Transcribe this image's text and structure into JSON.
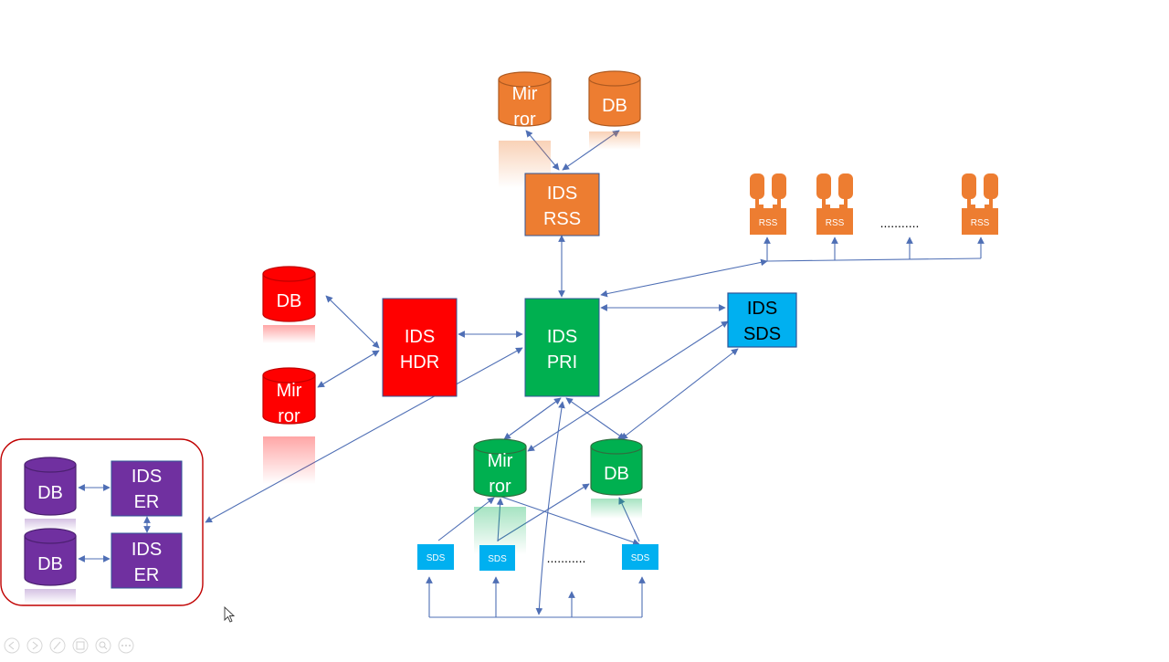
{
  "colors": {
    "orange": "#ed7d31",
    "orange_stroke": "#ae5a21",
    "red": "#ff0000",
    "red_stroke": "#c00000",
    "green": "#00b050",
    "green_stroke": "#2f6f3f",
    "blue": "#00b0f0",
    "blue_stroke": "#2f5597",
    "purple": "#7030a0",
    "purple_stroke": "#4b2070",
    "connector": "#4f6fb5",
    "group_border": "#c00000"
  },
  "nodes": {
    "rss_mirror": {
      "line1": "Mir",
      "line2": "ror"
    },
    "rss_db": {
      "label": "DB"
    },
    "ids_rss": {
      "line1": "IDS",
      "line2": "RSS"
    },
    "rss_nodes": [
      {
        "label": "RSS"
      },
      {
        "label": "RSS"
      },
      {
        "label": "RSS"
      }
    ],
    "rss_ellipsis": "...........",
    "hdr_db": {
      "label": "DB"
    },
    "hdr_mirror": {
      "line1": "Mir",
      "line2": "ror"
    },
    "ids_hdr": {
      "line1": "IDS",
      "line2": "HDR"
    },
    "ids_pri": {
      "line1": "IDS",
      "line2": "PRI"
    },
    "ids_sds": {
      "line1": "IDS",
      "line2": "SDS"
    },
    "pri_mirror": {
      "line1": "Mir",
      "line2": "ror"
    },
    "pri_db": {
      "label": "DB"
    },
    "sds_nodes": [
      {
        "label": "SDS"
      },
      {
        "label": "SDS"
      },
      {
        "label": "SDS"
      }
    ],
    "sds_ellipsis": "...........",
    "er_group": {
      "db_top": {
        "label": "DB"
      },
      "db_bottom": {
        "label": "DB"
      },
      "ids_er_top": {
        "line1": "IDS",
        "line2": "ER"
      },
      "ids_er_bottom": {
        "line1": "IDS",
        "line2": "ER"
      }
    }
  },
  "controls": {
    "icons": [
      "previous-icon",
      "next-icon",
      "pen-icon",
      "slides-icon",
      "zoom-icon",
      "more-icon"
    ]
  }
}
